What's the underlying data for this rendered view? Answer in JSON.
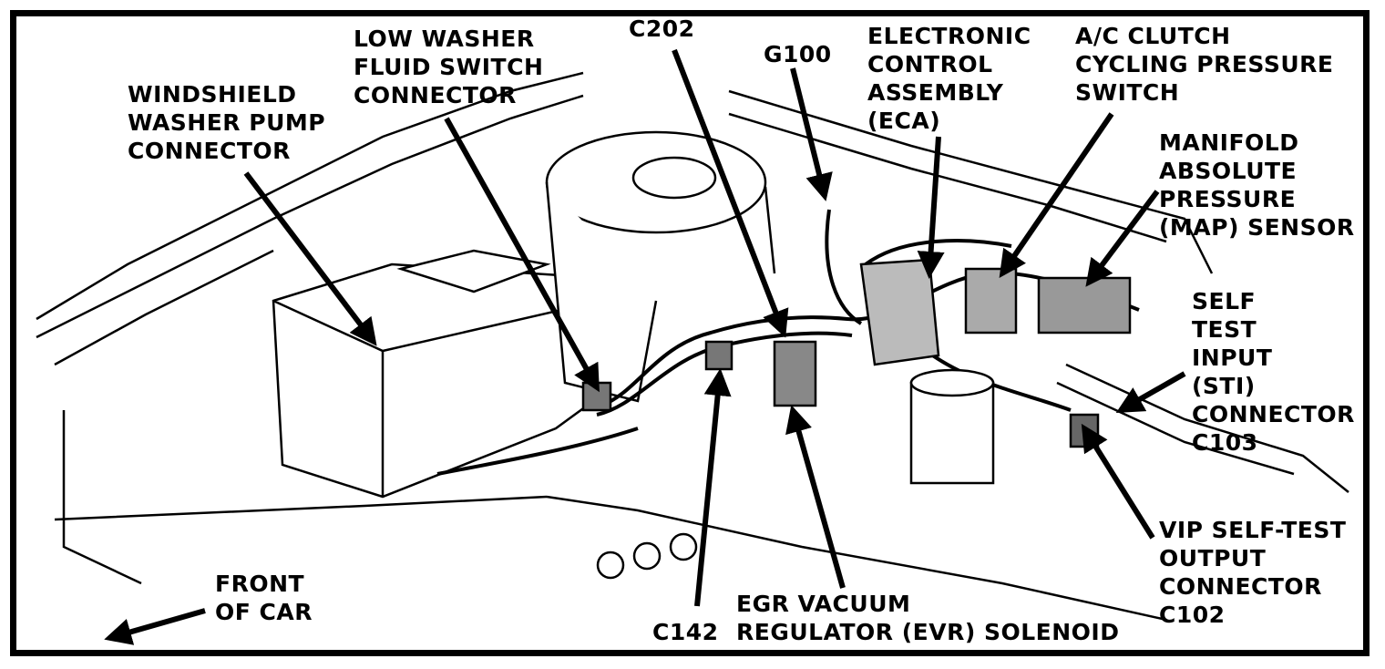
{
  "labels": {
    "washer_pump": "WINDSHIELD\nWASHER PUMP\nCONNECTOR",
    "low_washer": "LOW WASHER\nFLUID SWITCH\nCONNECTOR",
    "c202": "C202",
    "g100": "G100",
    "eca": "ELECTRONIC\nCONTROL\nASSEMBLY\n(ECA)",
    "ac_clutch": "A/C CLUTCH\nCYCLING PRESSURE\nSWITCH",
    "map_sensor": "MANIFOLD\nABSOLUTE\nPRESSURE\n(MAP) SENSOR",
    "sti": "SELF\nTEST\nINPUT\n(STI)\nCONNECTOR\nC103",
    "vip": "VIP SELF-TEST\nOUTPUT\nCONNECTOR\nC102",
    "evr": "EGR VACUUM\nREGULATOR (EVR) SOLENOID",
    "c142": "C142",
    "front": "FRONT\nOF CAR"
  },
  "colors": {
    "ink": "#000000",
    "paper": "#ffffff"
  }
}
